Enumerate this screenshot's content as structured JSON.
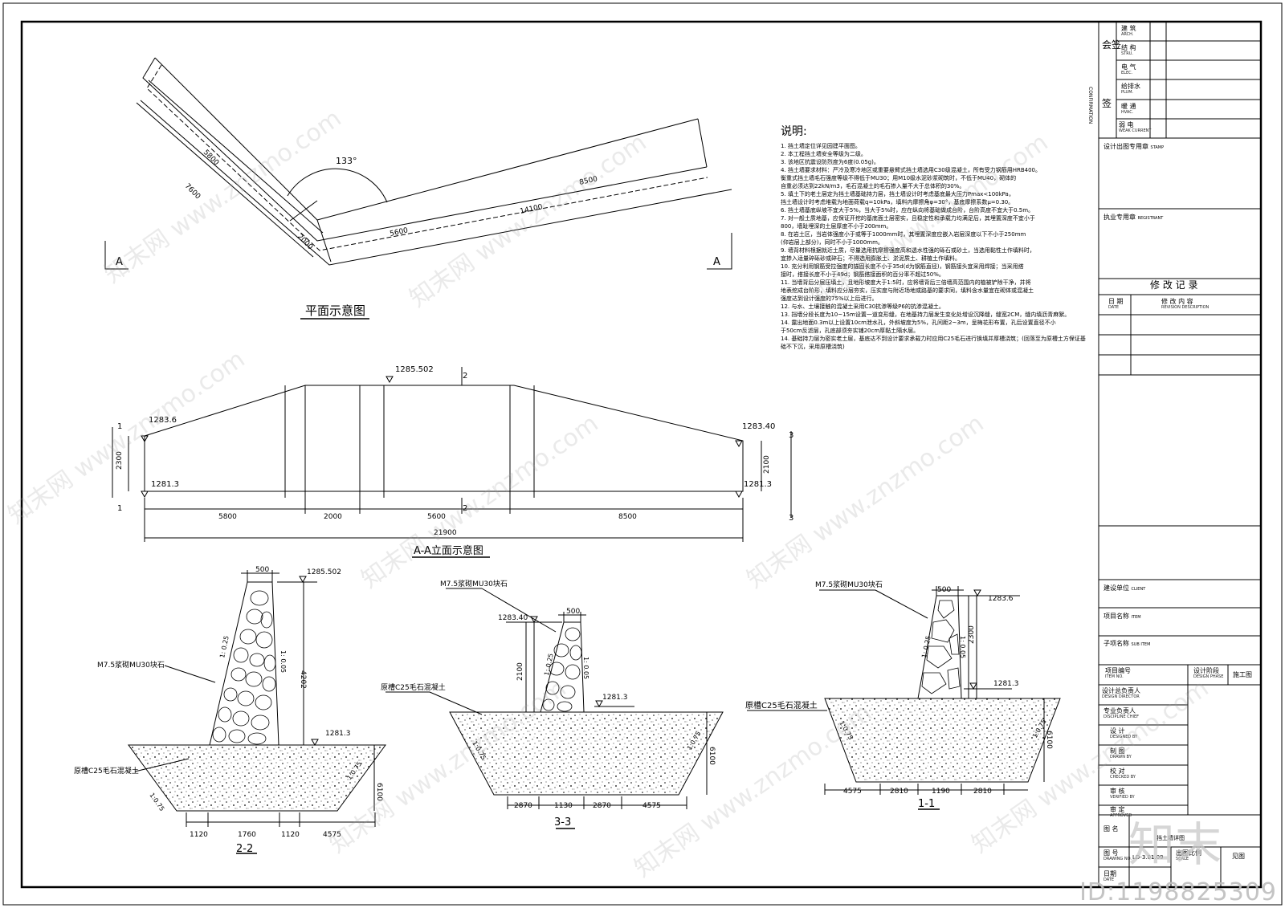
{
  "plan": {
    "title": "平面示意图",
    "angle": "133°",
    "dims": [
      "5800",
      "7600",
      "2000",
      "5600",
      "14100",
      "8500"
    ],
    "section_marks": [
      "A",
      "A"
    ]
  },
  "elevation": {
    "title": "A-A立面示意图",
    "levels": [
      "1283.6",
      "1281.3",
      "1285.502",
      "1283.40",
      "1281.3"
    ],
    "height_left": "2300",
    "height_right": "2100",
    "segments": [
      "5800",
      "2000",
      "5600",
      "8500"
    ],
    "total": "21900",
    "marks": [
      "1",
      "1",
      "2",
      "2",
      "3",
      "3"
    ]
  },
  "section22": {
    "title": "2-2",
    "top": "500",
    "elev_top": "1285.502",
    "height": "4202",
    "elev_ground": "1281.3",
    "slope1": "1: 0.25",
    "slope2": "1: 0.05",
    "masonry": "M7.5浆砌MU30块石",
    "base": "原槽C25毛石混凝土",
    "depth": "6100",
    "slope3": "1:0.75",
    "dims": [
      "1120",
      "1760",
      "1120",
      "4575"
    ]
  },
  "section33": {
    "title": "3-3",
    "top": "500",
    "masonry": "M7.5浆砌MU30块石",
    "elev_top": "1283.40",
    "height": "2100",
    "elev_ground": "1281.3",
    "slope1": "1: 0.25",
    "slope2": "1: 0.05",
    "base": "原槽C25毛石混凝土",
    "depth": "6100",
    "slope3": "1:0.75",
    "dims": [
      "2870",
      "1130",
      "2870",
      "4575"
    ]
  },
  "section11": {
    "title": "1-1",
    "top": "500",
    "masonry": "M7.5浆砌MU30块石",
    "elev_top": "1283.6",
    "height": "2300",
    "elev_ground": "1281.3",
    "slope1": "1: 0.25",
    "slope2": "1: 0.05",
    "base": "原槽C25毛石混凝土",
    "depth": "6100",
    "slope3": "1:0.75",
    "dims": [
      "4575",
      "2810",
      "1190",
      "2810"
    ]
  },
  "notes": {
    "title": "说明:",
    "items": [
      "1. 挡土墙定位详见园建平面图。",
      "2. 本工程挡土墙安全等级为二级。",
      "3. 该地区抗震设防烈度为6度(0.05g)。",
      "4. 挡土墙要求材料：严冷及寒冷地区或重要悬臂式挡土墙选用C30级混凝土，所有受力钢筋用HRB400。",
      "   衡重式挡土墙毛石强度等级不得低于MU30；用M10级水泥砂浆砌筑时，不低于MU40，砌体的",
      "   自重必须达到22kN/m3，毛石混凝土的毛石掺入量不大于总体积的30%。",
      "5. 填土下的老土层定为挡土墙基础持力层，挡土墙设计时考虑基底最大压力Pmax<100kPa，",
      "   挡土墙设计时考虑堆载为地面荷载q=10kPa，填料内摩擦角φ=30°，基底摩擦系数μ=0.30。",
      "6. 挡土墙基底纵坡不宜大于5%，当大于5%时，应在纵向将基础做成台阶，台阶高度不宜大于0.5m。",
      "7. 对一般土质地基，应保证开挖的基底面土层密实，且稳定性和承载力均满足后，其埋置深度不宜小于",
      "   800，墙趾埋深的土层厚度不小于200mm。",
      "8. 在岩土区，当岩体强度小于或等于1000mm时，其埋置深度应嵌入岩层深度以下不小于250mm",
      "   (仰岩层上部分)，同时不小于1000mm。",
      "9. 墙背材料根据就近土质，尽量选用抗摩擦强度高和透水性强的砾石或砂土，当选用黏性土作填料时，",
      "   宜掺入适量碎砾砂或碎石；不得选用膨胀土、淤泥质土、耕植土作填料。",
      "10. 充分利用钢筋受拉强度的锚固长度不小于35d(d为钢筋直径)，钢筋接头宜采用焊接；当采用搭",
      "    接时，搭接长度不小于49d；钢筋搭接面积的百分率不超过50%。",
      "11. 当墙背后分层压填土，且地形坡度大于1:5时，应将墙背后三倍墙高范围内的植被铲除干净，并将",
      "    地表挖成台阶形，填料应分层夯实，压实度与附近场地或路基的要求同，填料含水量宜在砌体或混凝土",
      "    强度达到设计强度的75%以上后进行。",
      "12. 与水、土壤接触的混凝土采用C30抗渗等级P6的抗渗混凝土。",
      "13. 挡墙分段长度为10~15m设置一道变形缝，在地基持力层发生变化处增设沉降缝，缝宽2CM，缝内填沥青麻絮。",
      "14. 露出地面0.3m以上设置10cm泄水孔，外斜坡度为5%，孔间距2~3m，呈梅花形布置，孔后设置直径不小",
      "    于50cm反滤层，孔底部须夯实铺20cm厚黏土隔水层。",
      "14. 基础持力层为密实老土层，基底达不到设计要求承载力时应用C25毛石进行换填并厚槽浇筑；(回落至为原槽土方保证基础不下沉，采用原槽浇筑)"
    ]
  },
  "title_block": {
    "huiqian": "会签",
    "confirmation": "CONFIRMATION",
    "qian": "签",
    "disciplines": [
      {
        "cn": "建 筑",
        "en": "ARCH."
      },
      {
        "cn": "结 构",
        "en": "STRU."
      },
      {
        "cn": "电 气",
        "en": "ELEC."
      },
      {
        "cn": "给排水",
        "en": "PLUM."
      },
      {
        "cn": "暖 通",
        "en": "HVAC."
      },
      {
        "cn": "弱 电",
        "en": "WEAK CURRENT"
      }
    ],
    "stamp": "设计出图专用章",
    "stamp_en": "STAMP",
    "registrant": "执业专用章",
    "registrant_en": "REGISTRANT",
    "revision_title": "修 改 记 录",
    "date_cn": "日 期",
    "date_en": "DATE",
    "rev_cn": "修 改 内 容",
    "rev_en": "REVISION DESCRIPTION",
    "client": "建设单位",
    "client_en": "CLIENT",
    "item": "项目名称",
    "item_en": "ITEM",
    "subitem": "子项名称",
    "subitem_en": "SUB ITEM",
    "rows": [
      {
        "cn": "项目编号",
        "en": "ITEM NO."
      },
      {
        "cn": "设计总负责人",
        "en": "DESIGN DIRECTOR"
      },
      {
        "cn": "专业负责人",
        "en": "DISCIPLINE CHIEF"
      },
      {
        "cn": "设 计",
        "en": "DESIGNED BY"
      },
      {
        "cn": "制 图",
        "en": "DRAWN BY"
      },
      {
        "cn": "校 对",
        "en": "CHECKED BY"
      },
      {
        "cn": "审 核",
        "en": "VERIFIED BY"
      },
      {
        "cn": "审 定",
        "en": "APPROVED"
      }
    ],
    "phase_cn": "设计阶段",
    "phase_en": "DESIGN PHASE",
    "phase_val": "施工图",
    "drawing_name": "图 名",
    "drawing_name_val": "挡土墙详图",
    "drawing_no": "图 号",
    "drawing_no_en": "DRAWING NO.",
    "drawing_no_val": "LD-3.01.09",
    "scale_cn": "出图比例",
    "scale_en": "SCALE",
    "scale_val": "见图",
    "date2": "日期",
    "date2_en": "DATE"
  },
  "watermark": {
    "text": "知末网 www.znzmo.com",
    "logo": "知末",
    "id": "ID:1198825309"
  }
}
